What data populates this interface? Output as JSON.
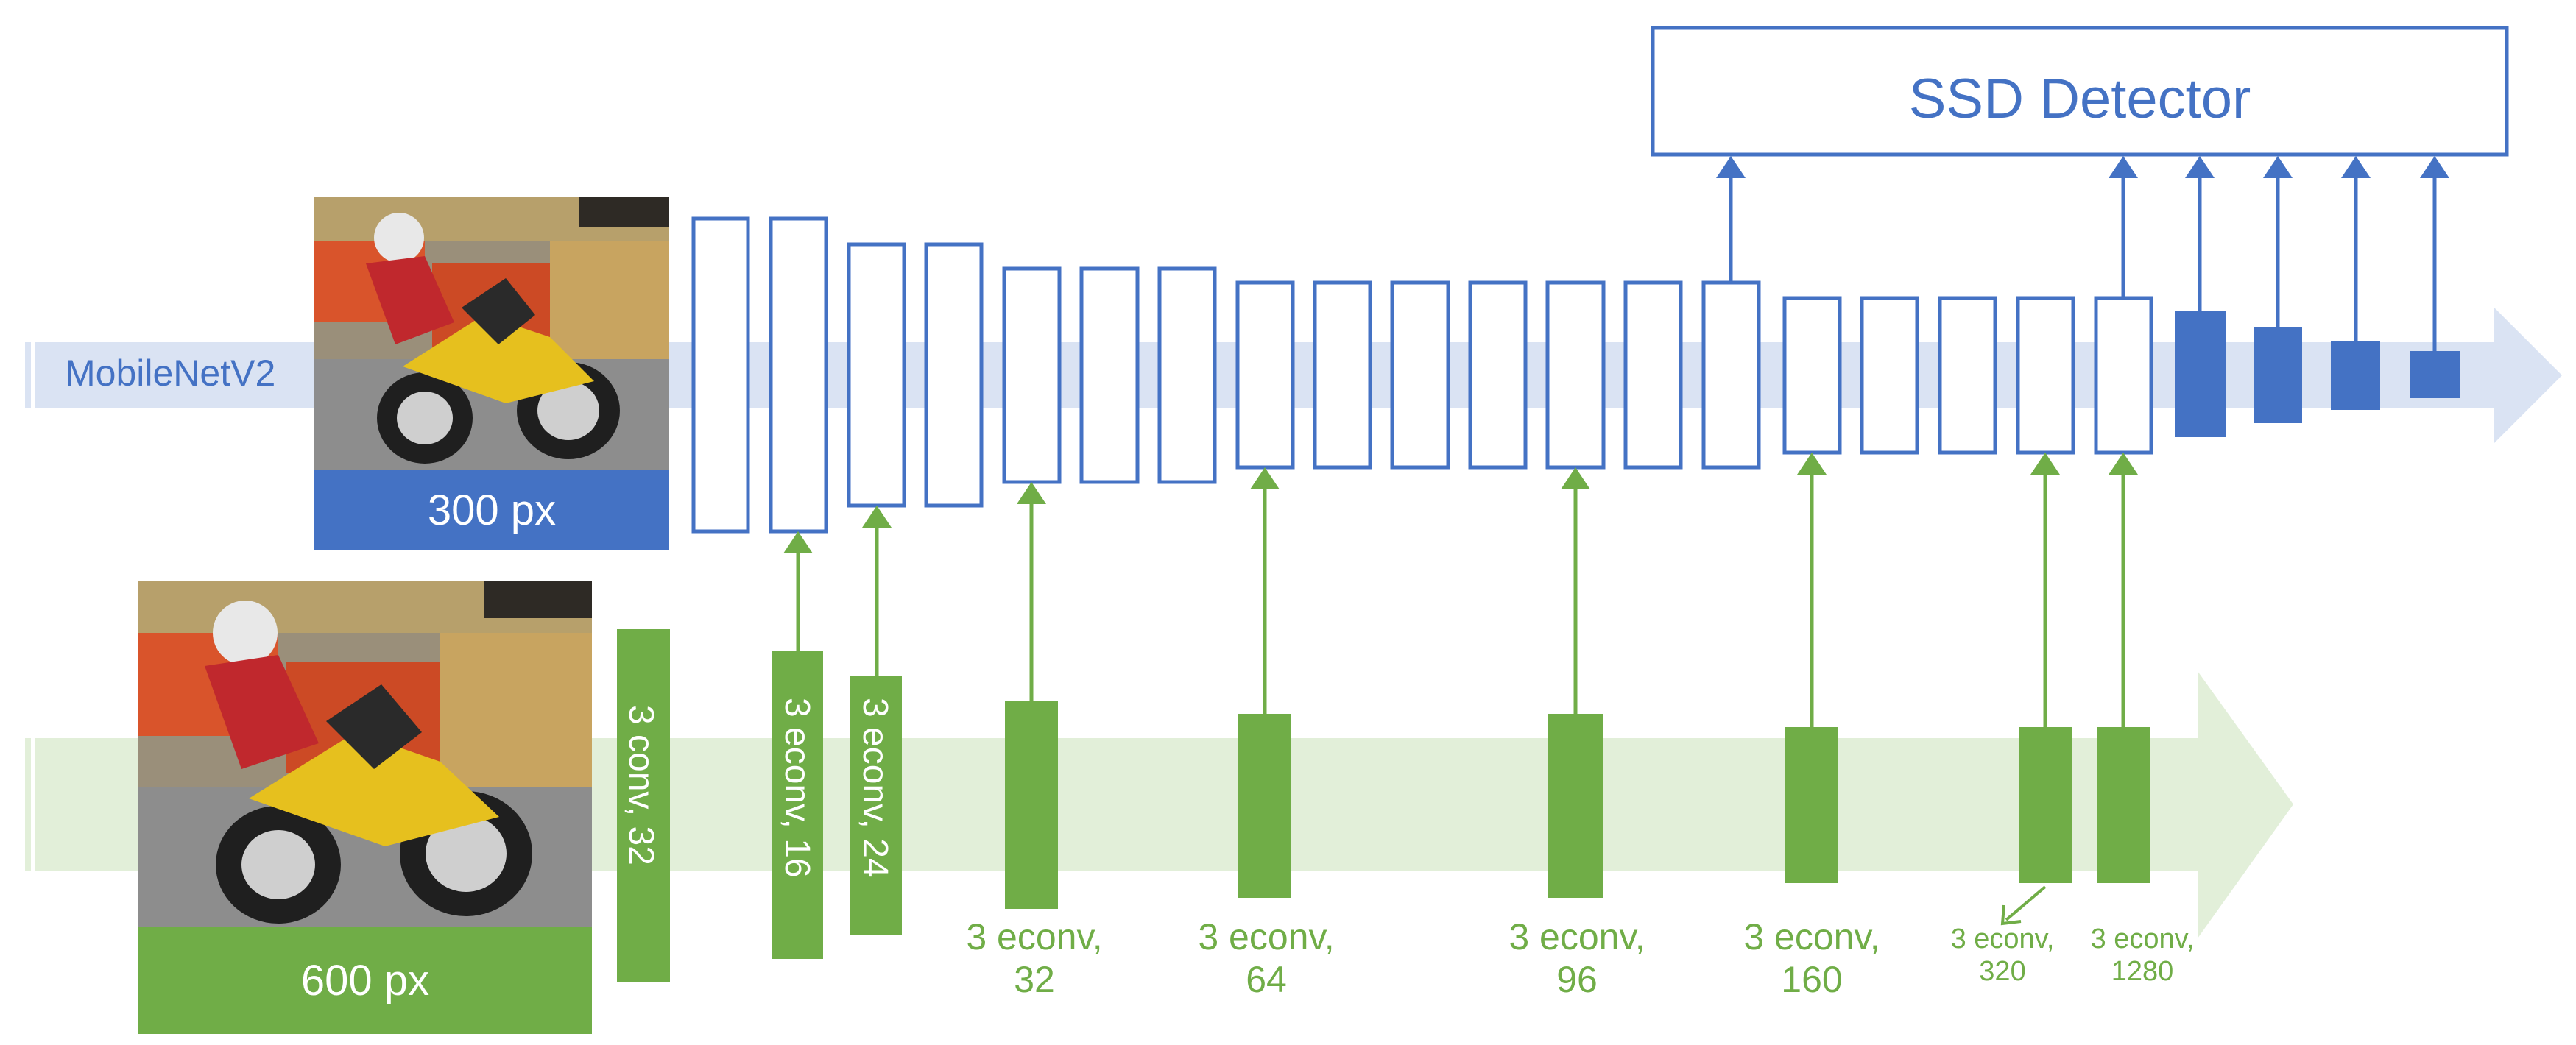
{
  "detector": {
    "label": "SSD Detector"
  },
  "backbone": {
    "label": "MobileNetV2"
  },
  "inputs": {
    "small": {
      "label": "300 px",
      "color": "#4472c4"
    },
    "large": {
      "label": "600 px",
      "color": "#70ad47"
    }
  },
  "first_conv": {
    "label": "3 conv, 32"
  },
  "econv_rotated": [
    {
      "label": "3 econv, 16"
    },
    {
      "label": "3 econv, 24"
    }
  ],
  "econv_labels": [
    {
      "line1": "3 econv,",
      "line2": "32"
    },
    {
      "line1": "3 econv,",
      "line2": "64"
    },
    {
      "line1": "3 econv,",
      "line2": "96"
    },
    {
      "line1": "3 econv,",
      "line2": "160"
    },
    {
      "line1": "3 econv,",
      "line2": "320"
    },
    {
      "line1": "3 econv,",
      "line2": "1280"
    }
  ],
  "colors": {
    "blue": "#4472c4",
    "blue_track": "#dae3f3",
    "green": "#70ad47",
    "green_track": "#e2efd9"
  },
  "icons": [
    "motorcycle-photo",
    "arrow-up-icon"
  ]
}
